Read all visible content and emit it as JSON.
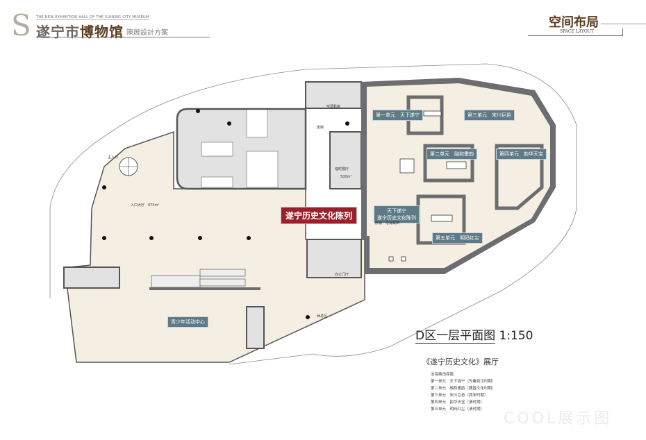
{
  "header": {
    "logo_letter": "S",
    "logo_en": "THE NEW EXHIBITION HALL OF THE SUINING CITY MUSEUM",
    "logo_cn_1": "遂宁市",
    "logo_cn_2": "博物馆",
    "logo_subtitle": "陳展設計方案",
    "section_title": "空间布局",
    "section_en": "SPACE LAYOUT"
  },
  "plan": {
    "main_label": "遂宁历史文化陈列",
    "intro_label_1": "天下遂宁",
    "intro_label_2": "遂宁历史文化陈列",
    "intro_sub": "序篇　沧海桑田",
    "unit_labels": [
      "第一单元　天下遂宁",
      "第二单元　融和畫韵",
      "第三单元　宋川巨邑",
      "第四单元　韵华天宝",
      "第五单元　明码红尘"
    ],
    "youth_label": "青少年活动中心",
    "lobby_label": "入口大厅　675m²",
    "entrance_label": "主入口",
    "hall_label": "临时展厅",
    "hall_area": "500m²",
    "office_label": "办公门厅",
    "rest_label": "休息区",
    "storage_label": "空调机房",
    "corridor_label": "走廊",
    "colors": {
      "teal": "#5e7a86",
      "red": "#9b1f2b",
      "floor": "#f4efe2",
      "wall": "#6b6d70",
      "service": "#e2e2e2"
    }
  },
  "caption": {
    "title": "D区一层平面图",
    "scale": "1:150",
    "hall_title": "《遂宁历史文化》展厅",
    "legend": [
      "沧海桑田序篇",
      "第一单元　天下遂宁（先秦到汉时期）",
      "第二单元　融和畫韵（魏晋文化时期）",
      "第三单元　宋川巨邑（两宋时期）",
      "第四单元　韵华天宝（清时期）",
      "第五单元　明码红尘（清时期）"
    ]
  },
  "watermark": "COOL展示图"
}
